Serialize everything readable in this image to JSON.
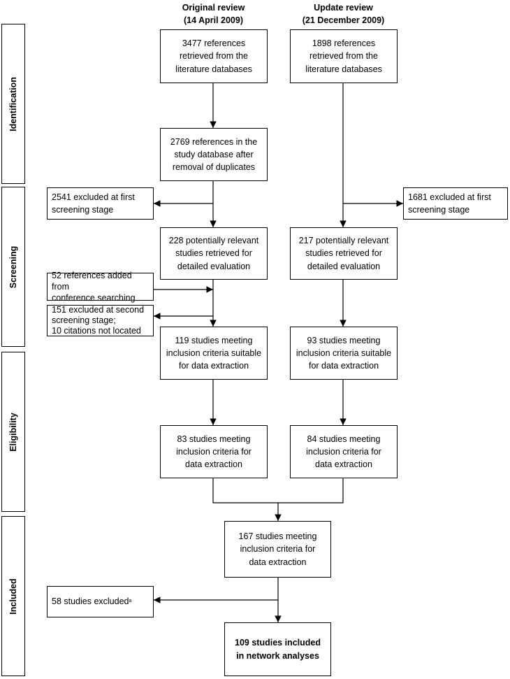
{
  "column_headers": {
    "original": "Original review\n(14 April 2009)",
    "update": "Update review\n(21 December 2009)"
  },
  "stages": {
    "identification": "Identification",
    "screening": "Screening",
    "eligibility": "Eligibility",
    "included": "Included"
  },
  "boxes": {
    "orig_retrieved": "3477 references\nretrieved from the\nliterature databases",
    "upd_retrieved": "1898 references\nretrieved from the\nliterature databases",
    "orig_after_dedup": "2769 references in the\nstudy database after\nremoval of duplicates",
    "orig_excluded_first": "2541 excluded at first\nscreening stage",
    "upd_excluded_first": "1681 excluded at first\nscreening stage",
    "orig_potentially_relevant": "228 potentially relevant\nstudies retrieved for\ndetailed evaluation",
    "upd_potentially_relevant": "217 potentially relevant\nstudies retrieved for\ndetailed evaluation",
    "conference_added": "52 references added from\nconference searching",
    "orig_excluded_second": "151 excluded at second\nscreening stage;\n10 citations not located",
    "orig_suitable": "119 studies meeting\ninclusion criteria suitable\nfor data extraction",
    "upd_suitable": "93 studies meeting\ninclusion criteria suitable\nfor data extraction",
    "orig_meeting": "83 studies meeting\ninclusion criteria for\ndata extraction",
    "upd_meeting": "84 studies meeting\ninclusion criteria for\ndata extraction",
    "combined_meeting": "167 studies meeting\ninclusion criteria for\ndata extraction",
    "excluded_final": "58 studies excluded",
    "excluded_final_superscript": "a",
    "included_final": "109 studies included\nin network analyses"
  }
}
